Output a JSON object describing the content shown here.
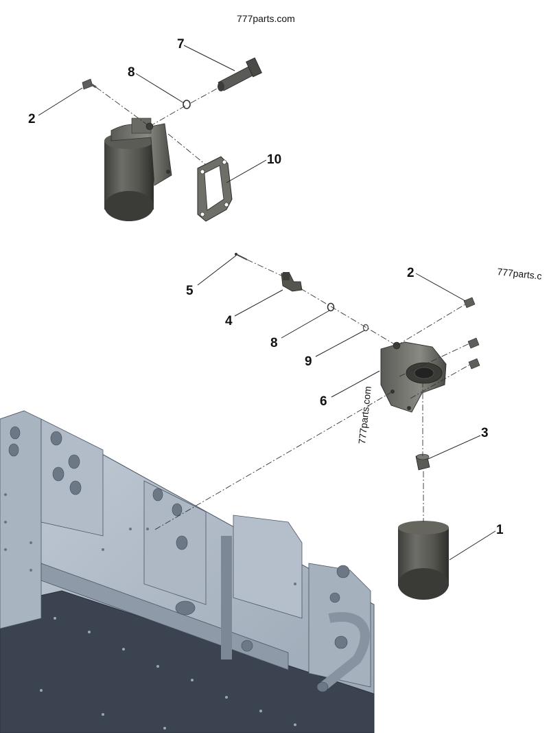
{
  "watermarks": [
    "777parts.com",
    "777parts.c",
    "777parts.com"
  ],
  "callouts": [
    "7",
    "8",
    "2",
    "10",
    "2",
    "5",
    "4",
    "8",
    "9",
    "6",
    "3",
    "1"
  ],
  "parts": {
    "filter": "oil-filter",
    "filter_head": "oil-filter-head",
    "gasket": "gasket",
    "sensor": "sensor",
    "engine_block": "engine-block"
  },
  "colors": {
    "part_dark": "#4a4a46",
    "part_mid": "#7a7a74",
    "part_light": "#b5b5ae",
    "block_light": "#b9c3cf",
    "block_mid": "#95a1b0",
    "block_dark": "#3a4250",
    "line": "#222222"
  }
}
